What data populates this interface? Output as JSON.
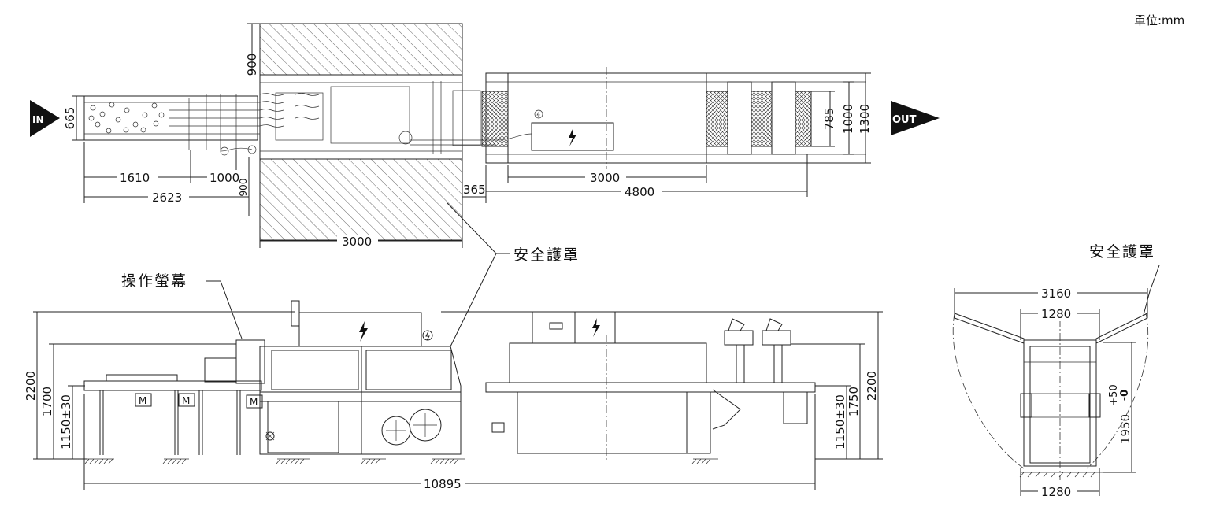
{
  "unit_label": "單位:mm",
  "in_label": "IN",
  "out_label": "OUT",
  "callouts": {
    "safety_cover": "安全護罩",
    "operation_screen": "操作螢幕",
    "safety_cover_side": "安全護罩"
  },
  "motor_label": "M",
  "top_view_dims": {
    "d900_top": "900",
    "d665": "665",
    "d1610": "1610",
    "d1000": "1000",
    "d2623": "2623",
    "d900_bottom": "900",
    "d3000_cover": "3000",
    "d365": "365",
    "d3000_tunnel": "3000",
    "d4800": "4800",
    "d785": "785",
    "d1000_right": "1000",
    "d1300": "1300"
  },
  "side_view_dims": {
    "d2200_left": "2200",
    "d1700": "1700",
    "d1150_left": "1150±30",
    "d1150_right": "1150±30",
    "d1750": "1750",
    "d2200_right": "2200",
    "d10895": "10895"
  },
  "end_view_dims": {
    "d3160": "3160",
    "d1280_top": "1280",
    "d1280_bottom": "1280",
    "d1950": "1950",
    "tol_plus": "+50",
    "tol_minus": "-0"
  }
}
